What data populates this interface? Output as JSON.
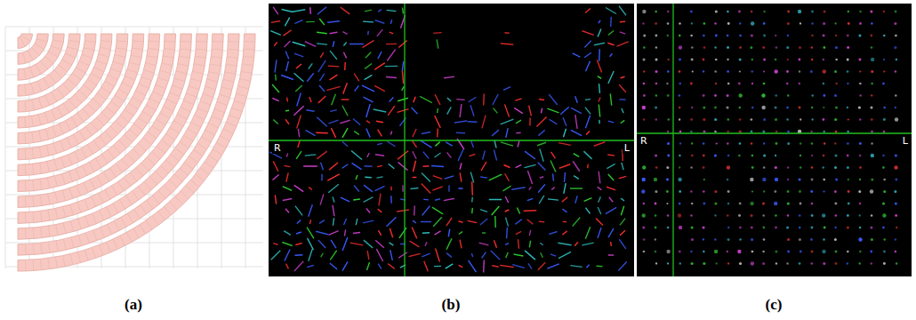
{
  "diagram": {
    "labels": [
      "R",
      "L",
      "R",
      "L",
      "(a)",
      "(b)",
      "(c)"
    ]
  }
}
